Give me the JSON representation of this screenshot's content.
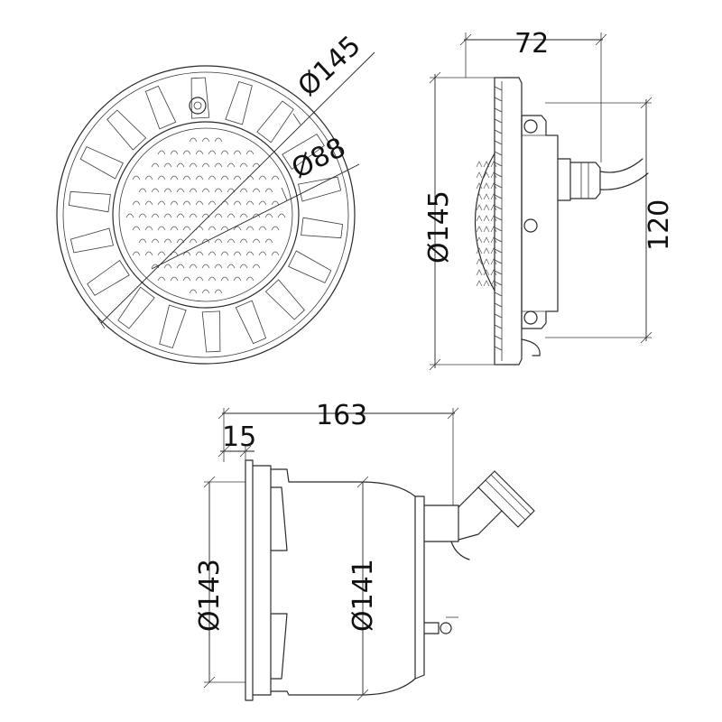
{
  "front_view": {
    "outer_diameter_label": "Ø145",
    "inner_diameter_label": "Ø88"
  },
  "side_view": {
    "depth_label": "72",
    "height_label": "120",
    "diameter_label": "Ø145"
  },
  "bottom_view": {
    "total_length_label": "163",
    "flange_label": "15",
    "flange_diameter_label": "Ø143",
    "body_diameter_label": "Ø141"
  }
}
